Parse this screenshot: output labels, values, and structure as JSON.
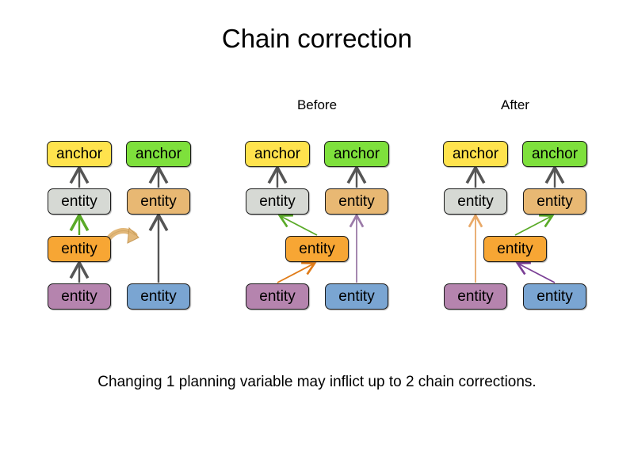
{
  "slide": {
    "title": "Chain correction",
    "caption": "Changing 1 planning variable may inflict up to 2 chain corrections.",
    "background": "#ffffff"
  },
  "phase_labels": {
    "before": "Before",
    "after": "After"
  },
  "colors": {
    "anchor_yellow": "#ffe34d",
    "anchor_green": "#7ee03c",
    "entity_grey": "#d6d9d4",
    "entity_tan": "#e8b873",
    "entity_orange": "#f7a634",
    "entity_purple": "#b584ae",
    "entity_blue": "#7aa5d2",
    "arrow_dark": "#555555",
    "arrow_green": "#5aaa28",
    "arrow_orange": "#e07b17",
    "arrow_mauve": "#9b7aa8",
    "arrow_light_orange": "#e8a867",
    "arrow_purple": "#7a3f95",
    "arrow_swoosh": "#e2b87a"
  },
  "panels": [
    {
      "id": "initial",
      "label": "",
      "nodes": [
        {
          "name": "anchor-yellow",
          "text": "anchor",
          "color_key": "anchor_yellow"
        },
        {
          "name": "anchor-green",
          "text": "anchor",
          "color_key": "anchor_green"
        },
        {
          "name": "entity-grey",
          "text": "entity",
          "color_key": "entity_grey"
        },
        {
          "name": "entity-tan",
          "text": "entity",
          "color_key": "entity_tan"
        },
        {
          "name": "entity-orange",
          "text": "entity",
          "color_key": "entity_orange"
        },
        {
          "name": "entity-purple",
          "text": "entity",
          "color_key": "entity_purple"
        },
        {
          "name": "entity-blue",
          "text": "entity",
          "color_key": "entity_blue"
        }
      ],
      "edges": [
        {
          "from": "entity-grey",
          "to": "anchor-yellow",
          "color_key": "arrow_dark"
        },
        {
          "from": "entity-tan",
          "to": "anchor-green",
          "color_key": "arrow_dark"
        },
        {
          "from": "entity-orange",
          "to": "entity-grey",
          "color_key": "arrow_green"
        },
        {
          "from": "entity-purple",
          "to": "entity-orange",
          "color_key": "arrow_dark"
        },
        {
          "from": "entity-blue",
          "to": "entity-tan",
          "color_key": "arrow_dark"
        }
      ],
      "swoosh": {
        "name": "move-swoosh-arrow",
        "color_key": "arrow_swoosh"
      }
    },
    {
      "id": "before",
      "label": "Before",
      "nodes": [
        {
          "name": "anchor-yellow",
          "text": "anchor",
          "color_key": "anchor_yellow"
        },
        {
          "name": "anchor-green",
          "text": "anchor",
          "color_key": "anchor_green"
        },
        {
          "name": "entity-grey",
          "text": "entity",
          "color_key": "entity_grey"
        },
        {
          "name": "entity-tan",
          "text": "entity",
          "color_key": "entity_tan"
        },
        {
          "name": "entity-orange",
          "text": "entity",
          "color_key": "entity_orange"
        },
        {
          "name": "entity-purple",
          "text": "entity",
          "color_key": "entity_purple"
        },
        {
          "name": "entity-blue",
          "text": "entity",
          "color_key": "entity_blue"
        }
      ],
      "edges": [
        {
          "from": "entity-grey",
          "to": "anchor-yellow",
          "color_key": "arrow_dark"
        },
        {
          "from": "entity-tan",
          "to": "anchor-green",
          "color_key": "arrow_dark"
        },
        {
          "from": "entity-orange",
          "to": "entity-grey",
          "color_key": "arrow_green"
        },
        {
          "from": "entity-purple",
          "to": "entity-orange",
          "color_key": "arrow_orange"
        },
        {
          "from": "entity-blue",
          "to": "entity-tan",
          "color_key": "arrow_mauve"
        }
      ]
    },
    {
      "id": "after",
      "label": "After",
      "nodes": [
        {
          "name": "anchor-yellow",
          "text": "anchor",
          "color_key": "anchor_yellow"
        },
        {
          "name": "anchor-green",
          "text": "anchor",
          "color_key": "anchor_green"
        },
        {
          "name": "entity-grey",
          "text": "entity",
          "color_key": "entity_grey"
        },
        {
          "name": "entity-tan",
          "text": "entity",
          "color_key": "entity_tan"
        },
        {
          "name": "entity-orange",
          "text": "entity",
          "color_key": "entity_orange"
        },
        {
          "name": "entity-purple",
          "text": "entity",
          "color_key": "entity_purple"
        },
        {
          "name": "entity-blue",
          "text": "entity",
          "color_key": "entity_blue"
        }
      ],
      "edges": [
        {
          "from": "entity-grey",
          "to": "anchor-yellow",
          "color_key": "arrow_dark"
        },
        {
          "from": "entity-tan",
          "to": "anchor-green",
          "color_key": "arrow_dark"
        },
        {
          "from": "entity-purple",
          "to": "entity-grey",
          "color_key": "arrow_light_orange"
        },
        {
          "from": "entity-orange",
          "to": "entity-tan",
          "color_key": "arrow_green"
        },
        {
          "from": "entity-blue",
          "to": "entity-orange",
          "color_key": "arrow_purple"
        }
      ]
    }
  ]
}
